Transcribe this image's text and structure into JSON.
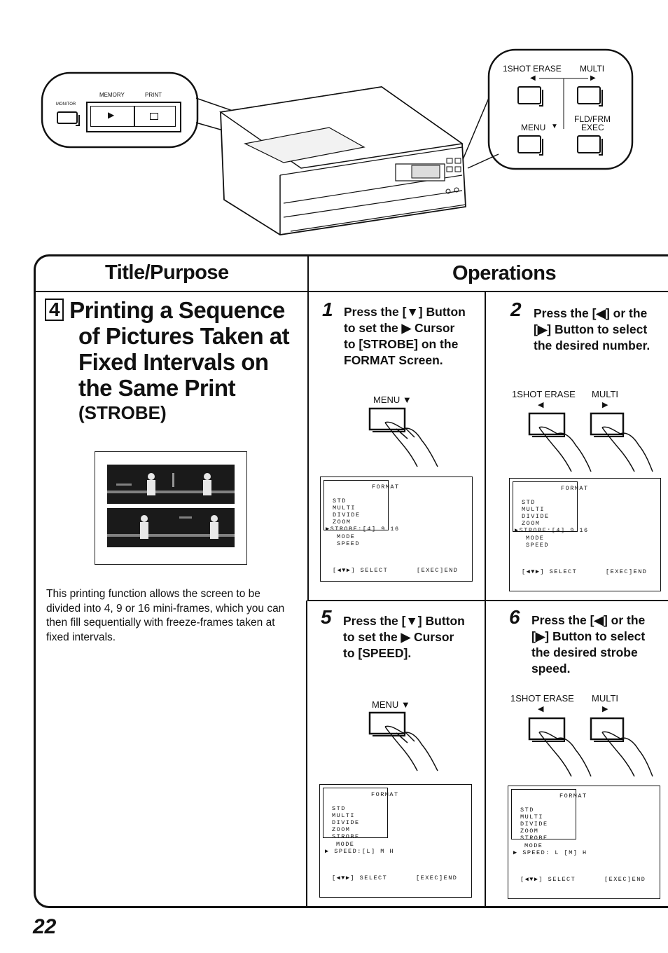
{
  "illustration": {
    "left_callout": {
      "monitor": "MONITOR",
      "memory": "MEMORY",
      "print": "PRINT"
    },
    "right_callout": {
      "shot_erase": "1SHOT ERASE",
      "multi": "MULTI",
      "menu": "MENU",
      "fld_frm": "FLD/FRM",
      "exec": "EXEC"
    }
  },
  "table": {
    "header_left": "Title/Purpose",
    "header_right": "Operations"
  },
  "section": {
    "number": "4",
    "title_lines": [
      "Printing a Sequence",
      "of Pictures Taken at",
      "Fixed Intervals on",
      "the Same Print"
    ],
    "subtitle": "(STROBE)",
    "description": "This printing function allows the screen to be divided into 4, 9 or 16 mini-frames, which you can then fill sequentially with freeze-frames taken at fixed intervals."
  },
  "steps": [
    {
      "num": "1",
      "lines": [
        "Press the [▼] Button",
        "to set the ▶ Cursor",
        "to [STROBE] on the",
        "FORMAT Screen."
      ],
      "button_label": "MENU ▼"
    },
    {
      "num": "2",
      "lines": [
        "Press the [◀] or the",
        "[▶] Button to select",
        "the desired number."
      ],
      "button_label_a": "1SHOT ERASE",
      "button_label_b": "MULTI"
    },
    {
      "num": "5",
      "lines": [
        "Press the [▼] Button",
        "to set the ▶ Cursor",
        "to [SPEED]."
      ],
      "button_label": "MENU ▼"
    },
    {
      "num": "6",
      "lines": [
        "Press the [◀] or the",
        "[▶] Button to select",
        "the desired strobe",
        "speed."
      ],
      "button_label_a": "1SHOT ERASE",
      "button_label_b": "MULTI"
    }
  ],
  "screens": {
    "format": "FORMAT",
    "menu_items": [
      "STD",
      "MULTI",
      "DIVIDE",
      "ZOOM"
    ],
    "strobe_row_1": "▶STROBE:[4]  9  16",
    "strobe_row_2": "▶STROBE:[4]  9  16",
    "strobe_plain": "STROBE",
    "mode": "MODE",
    "speed": "SPEED",
    "speed_row_5": "▶ SPEED:[L]   M   H",
    "speed_row_6": "▶ SPEED: L   [M]  H",
    "footer_select": "[◀▼▶] SELECT",
    "footer_exec": "[EXEC]END"
  },
  "page_number": "22"
}
